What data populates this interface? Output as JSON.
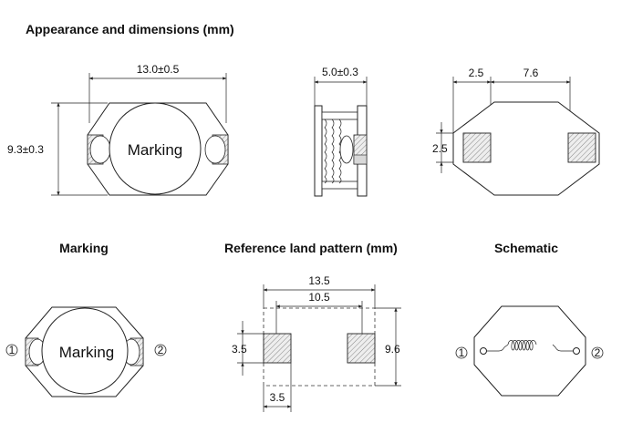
{
  "headings": {
    "appearance": "Appearance and dimensions (mm)",
    "marking": "Marking",
    "land_pattern": "Reference land pattern (mm)",
    "schematic": "Schematic"
  },
  "appearance": {
    "length": "13.0±0.5",
    "width": "9.3±0.3",
    "height": "5.0±0.3",
    "marking_text": "Marking",
    "terminal_offset": "2.5",
    "terminal_pitch": "7.6",
    "terminal_width": "2.5"
  },
  "marking": {
    "text": "Marking",
    "pin1": "1",
    "pin2": "2"
  },
  "land_pattern": {
    "outer": "13.5",
    "inner": "10.5",
    "pad_height": "3.5",
    "pad_width": "3.5",
    "overall_height": "9.6"
  },
  "schematic": {
    "pin1": "1",
    "pin2": "2"
  }
}
